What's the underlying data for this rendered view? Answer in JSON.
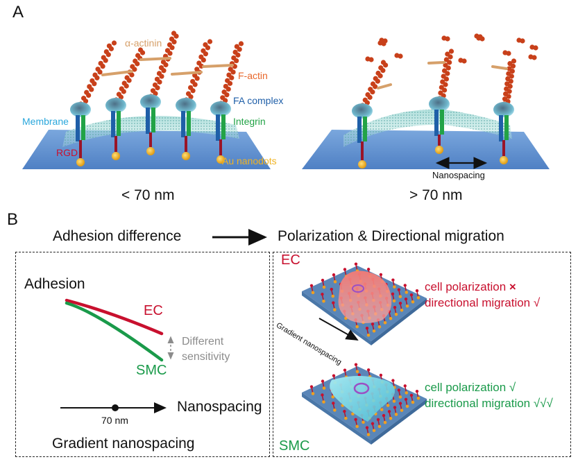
{
  "panel_a": {
    "letter": "A",
    "left": {
      "condition": "< 70 nm",
      "labels": {
        "alpha_actinin": "α-actinin",
        "f_actin": "F-actin",
        "fa_complex": "FA complex",
        "membrane": "Membrane",
        "integrin": "Integrin",
        "rgd": "RGD",
        "au_nanodots": "Au nanodots"
      }
    },
    "right": {
      "condition": "> 70 nm",
      "nanospacing_label": "Nanospacing"
    }
  },
  "panel_b": {
    "letter": "B",
    "flow": {
      "from": "Adhesion difference",
      "to": "Polarization & Directional migration"
    },
    "graph": {
      "y_label": "Adhesion",
      "x_label": "Nanospacing",
      "threshold_label": "70 nm",
      "series_ec": "EC",
      "series_smc": "SMC",
      "sensitivity_line1": "Different",
      "sensitivity_line2": "sensitivity",
      "caption": "Gradient nanospacing"
    },
    "ec": {
      "title": "EC",
      "gradient_label": "Gradient nanospacing",
      "line1": "cell polarization",
      "line1_mark": "×",
      "line2": "directional migration",
      "line2_mark": "√"
    },
    "smc": {
      "title": "SMC",
      "line1": "cell polarization",
      "line1_mark": "√",
      "line2": "directional migration",
      "line2_mark": "√√√"
    }
  },
  "colors": {
    "ec_red": "#c8102e",
    "smc_green": "#1a9a4a",
    "membrane_blue": "#2aa7dc",
    "fa_blue": "#1f5fa8",
    "integrin_green": "#22a346",
    "f_actin_orange": "#e8662a",
    "alpha_actinin_tan": "#d6a06a",
    "au_gold": "#f0b323",
    "substrate_blue": "#5b8fd0",
    "gray": "#8c8c8c"
  }
}
